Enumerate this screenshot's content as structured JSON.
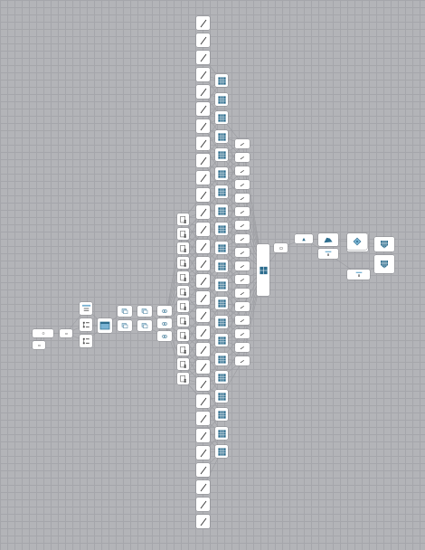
{
  "canvas": {
    "background": "#b3b4b8",
    "grid_color": "#a5a6ab",
    "node_fill": "#ffffff",
    "accent": "#2d6d8e"
  },
  "nodes": [
    {
      "id": "n1",
      "icon": "rounded-rect-icon",
      "interactable": true
    },
    {
      "id": "n2",
      "icon": "small-square-icon",
      "interactable": true
    },
    {
      "id": "n3",
      "icon": "small-square-icon",
      "interactable": true
    },
    {
      "id": "n4",
      "icon": "rows-icon",
      "interactable": true
    },
    {
      "id": "n5",
      "icon": "list-tree-icon",
      "interactable": true
    },
    {
      "id": "n6",
      "icon": "list-tree-icon",
      "interactable": true
    },
    {
      "id": "n7",
      "icon": "window-icon",
      "interactable": true
    },
    {
      "id": "n8",
      "icon": "layers-icon",
      "interactable": true
    },
    {
      "id": "n9",
      "icon": "layers-icon",
      "interactable": true
    },
    {
      "id": "n10",
      "icon": "layers-icon",
      "interactable": true
    },
    {
      "id": "n11",
      "icon": "layers-icon",
      "interactable": true
    },
    {
      "id": "n12",
      "icon": "link-icon",
      "interactable": true
    },
    {
      "id": "n13",
      "icon": "link-icon",
      "interactable": true
    },
    {
      "id": "n14",
      "icon": "link-icon",
      "interactable": true
    },
    {
      "id": "n15",
      "icon": "document-person-icon",
      "interactable": true
    },
    {
      "id": "n16",
      "icon": "slash-icon",
      "interactable": true
    },
    {
      "id": "n17",
      "icon": "grid-icon",
      "interactable": true
    },
    {
      "id": "n18",
      "icon": "pencil-icon",
      "interactable": true
    },
    {
      "id": "n19",
      "icon": "panel-grid-icon",
      "interactable": true
    },
    {
      "id": "n20",
      "icon": "pill-icon",
      "interactable": true
    },
    {
      "id": "n21",
      "icon": "triangle-icon",
      "interactable": true
    },
    {
      "id": "n22",
      "icon": "flag-icon",
      "interactable": true
    },
    {
      "id": "n23",
      "icon": "label-icon",
      "interactable": true
    },
    {
      "id": "n24",
      "icon": "tag-icon",
      "interactable": true
    },
    {
      "id": "n25",
      "icon": "label-icon",
      "interactable": true
    },
    {
      "id": "n26",
      "icon": "shield-grid-icon",
      "interactable": true
    },
    {
      "id": "n27",
      "icon": "shield-grid-icon",
      "interactable": true
    },
    {
      "id": "n28",
      "icon": "tag-dots-icon",
      "interactable": true
    }
  ]
}
